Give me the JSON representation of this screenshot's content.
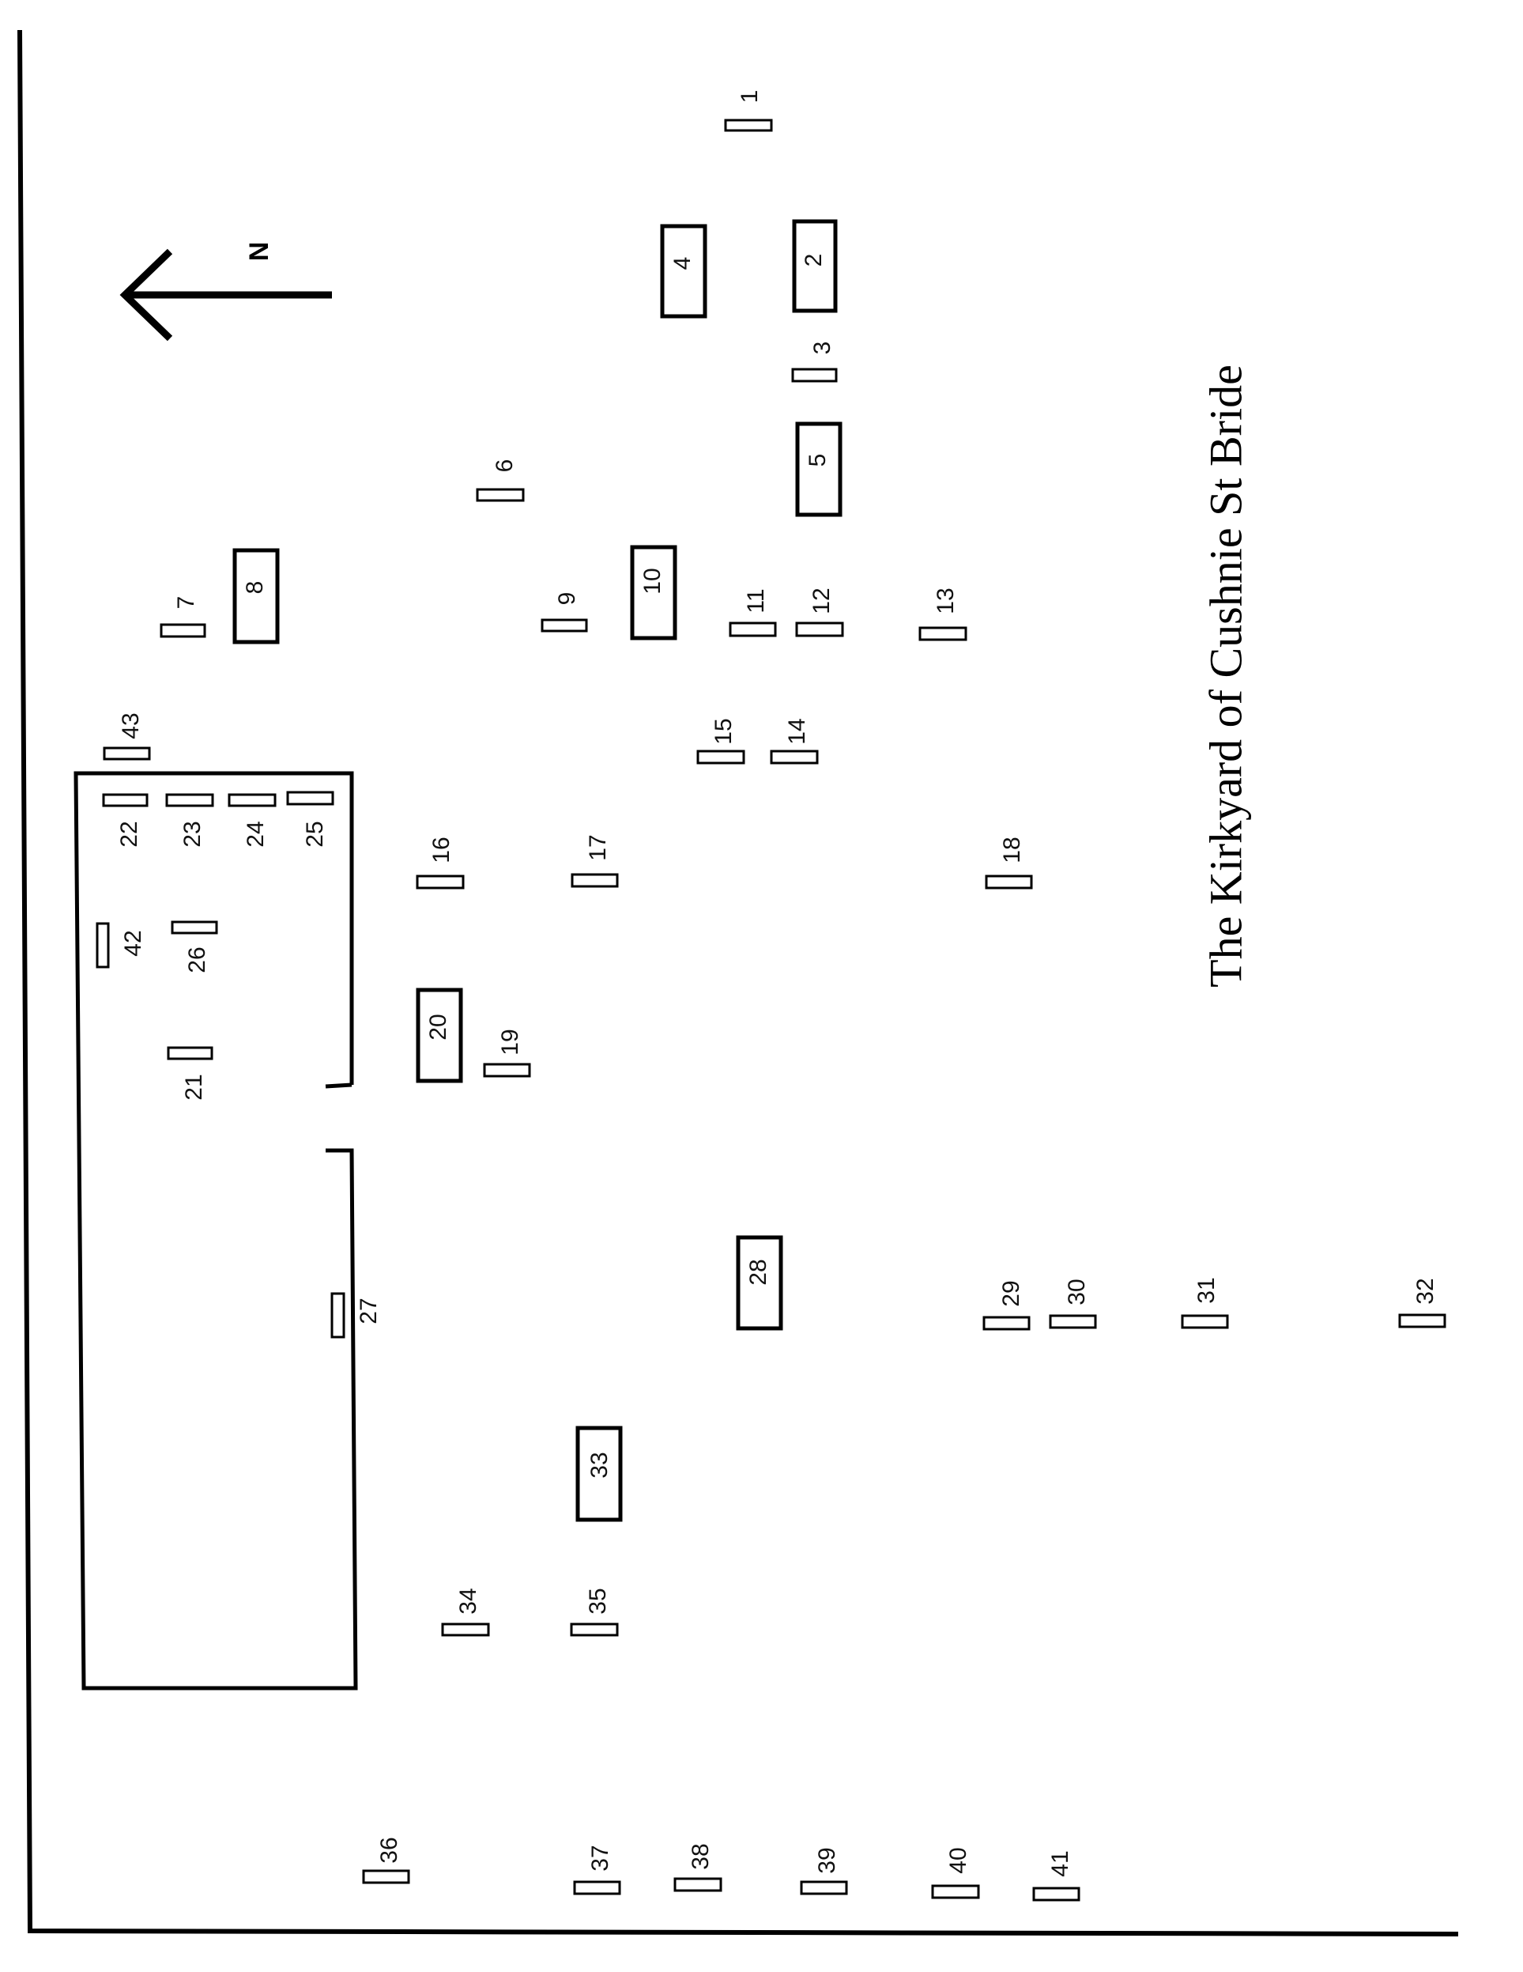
{
  "title": "The Kirkyard of Cushnie St Bride",
  "north_label": "N",
  "plots": [
    {
      "id": "1",
      "label": "1",
      "shape": "slab"
    },
    {
      "id": "2",
      "label": "2",
      "shape": "tomb"
    },
    {
      "id": "3",
      "label": "3",
      "shape": "slab"
    },
    {
      "id": "4",
      "label": "4",
      "shape": "tomb"
    },
    {
      "id": "5",
      "label": "5",
      "shape": "tomb"
    },
    {
      "id": "6",
      "label": "6",
      "shape": "slab"
    },
    {
      "id": "7",
      "label": "7",
      "shape": "slab"
    },
    {
      "id": "8",
      "label": "8",
      "shape": "tomb"
    },
    {
      "id": "9",
      "label": "9",
      "shape": "slab"
    },
    {
      "id": "10",
      "label": "10",
      "shape": "tomb"
    },
    {
      "id": "11",
      "label": "11",
      "shape": "slab"
    },
    {
      "id": "12",
      "label": "12",
      "shape": "slab"
    },
    {
      "id": "13",
      "label": "13",
      "shape": "slab"
    },
    {
      "id": "14",
      "label": "14",
      "shape": "slab"
    },
    {
      "id": "15",
      "label": "15",
      "shape": "slab"
    },
    {
      "id": "16",
      "label": "16",
      "shape": "slab"
    },
    {
      "id": "17",
      "label": "17",
      "shape": "slab"
    },
    {
      "id": "18",
      "label": "18",
      "shape": "slab"
    },
    {
      "id": "19",
      "label": "19",
      "shape": "slab"
    },
    {
      "id": "20",
      "label": "20",
      "shape": "tomb"
    },
    {
      "id": "21",
      "label": "21",
      "shape": "slab"
    },
    {
      "id": "22",
      "label": "22",
      "shape": "slab"
    },
    {
      "id": "23",
      "label": "23",
      "shape": "slab"
    },
    {
      "id": "24",
      "label": "24",
      "shape": "slab"
    },
    {
      "id": "25",
      "label": "25",
      "shape": "slab"
    },
    {
      "id": "26",
      "label": "26",
      "shape": "slab"
    },
    {
      "id": "27",
      "label": "27",
      "shape": "slab"
    },
    {
      "id": "28",
      "label": "28",
      "shape": "tomb"
    },
    {
      "id": "29",
      "label": "29",
      "shape": "slab"
    },
    {
      "id": "30",
      "label": "30",
      "shape": "slab"
    },
    {
      "id": "31",
      "label": "31",
      "shape": "slab"
    },
    {
      "id": "32",
      "label": "32",
      "shape": "slab"
    },
    {
      "id": "33",
      "label": "33",
      "shape": "tomb"
    },
    {
      "id": "34",
      "label": "34",
      "shape": "slab"
    },
    {
      "id": "35",
      "label": "35",
      "shape": "slab"
    },
    {
      "id": "36",
      "label": "36",
      "shape": "slab"
    },
    {
      "id": "37",
      "label": "37",
      "shape": "slab"
    },
    {
      "id": "38",
      "label": "38",
      "shape": "slab"
    },
    {
      "id": "39",
      "label": "39",
      "shape": "slab"
    },
    {
      "id": "40",
      "label": "40",
      "shape": "slab"
    },
    {
      "id": "41",
      "label": "41",
      "shape": "slab"
    },
    {
      "id": "42",
      "label": "42",
      "shape": "slab"
    },
    {
      "id": "43",
      "label": "43",
      "shape": "slab"
    }
  ]
}
